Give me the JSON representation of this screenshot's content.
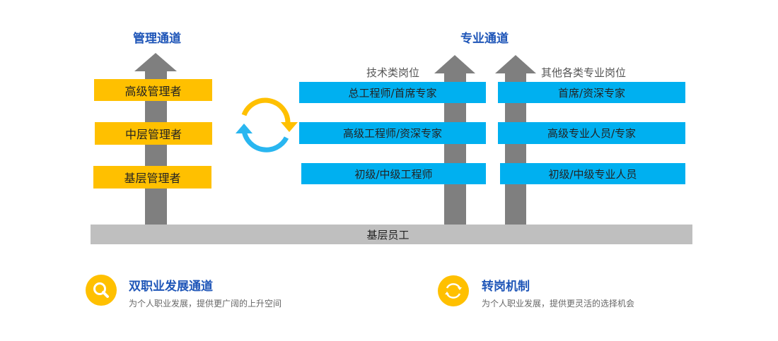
{
  "management": {
    "title": "管理通道",
    "levels": [
      "高级管理者",
      "中层管理者",
      "基层管理者"
    ]
  },
  "professional": {
    "title": "专业通道",
    "technical": {
      "label": "技术类岗位",
      "levels": [
        "总工程师/首席专家",
        "高级工程师/资深专家",
        "初级/中级工程师"
      ]
    },
    "other": {
      "label": "其他各类专业岗位",
      "levels": [
        "首席/资深专家",
        "高级专业人员/专家",
        "初级/中级专业人员"
      ]
    }
  },
  "base": "基层员工",
  "features": [
    {
      "icon": "search-icon",
      "title": "双职业发展通道",
      "desc": "为个人职业发展，提供更广阔的上升空间"
    },
    {
      "icon": "cycle-icon",
      "title": "转岗机制",
      "desc": "为个人职业发展，提供更灵活的选择机会"
    }
  ],
  "colors": {
    "yellow": "#ffc000",
    "blue": "#00b0f0",
    "gray": "#7f7f7f",
    "title": "#1f56b8"
  }
}
